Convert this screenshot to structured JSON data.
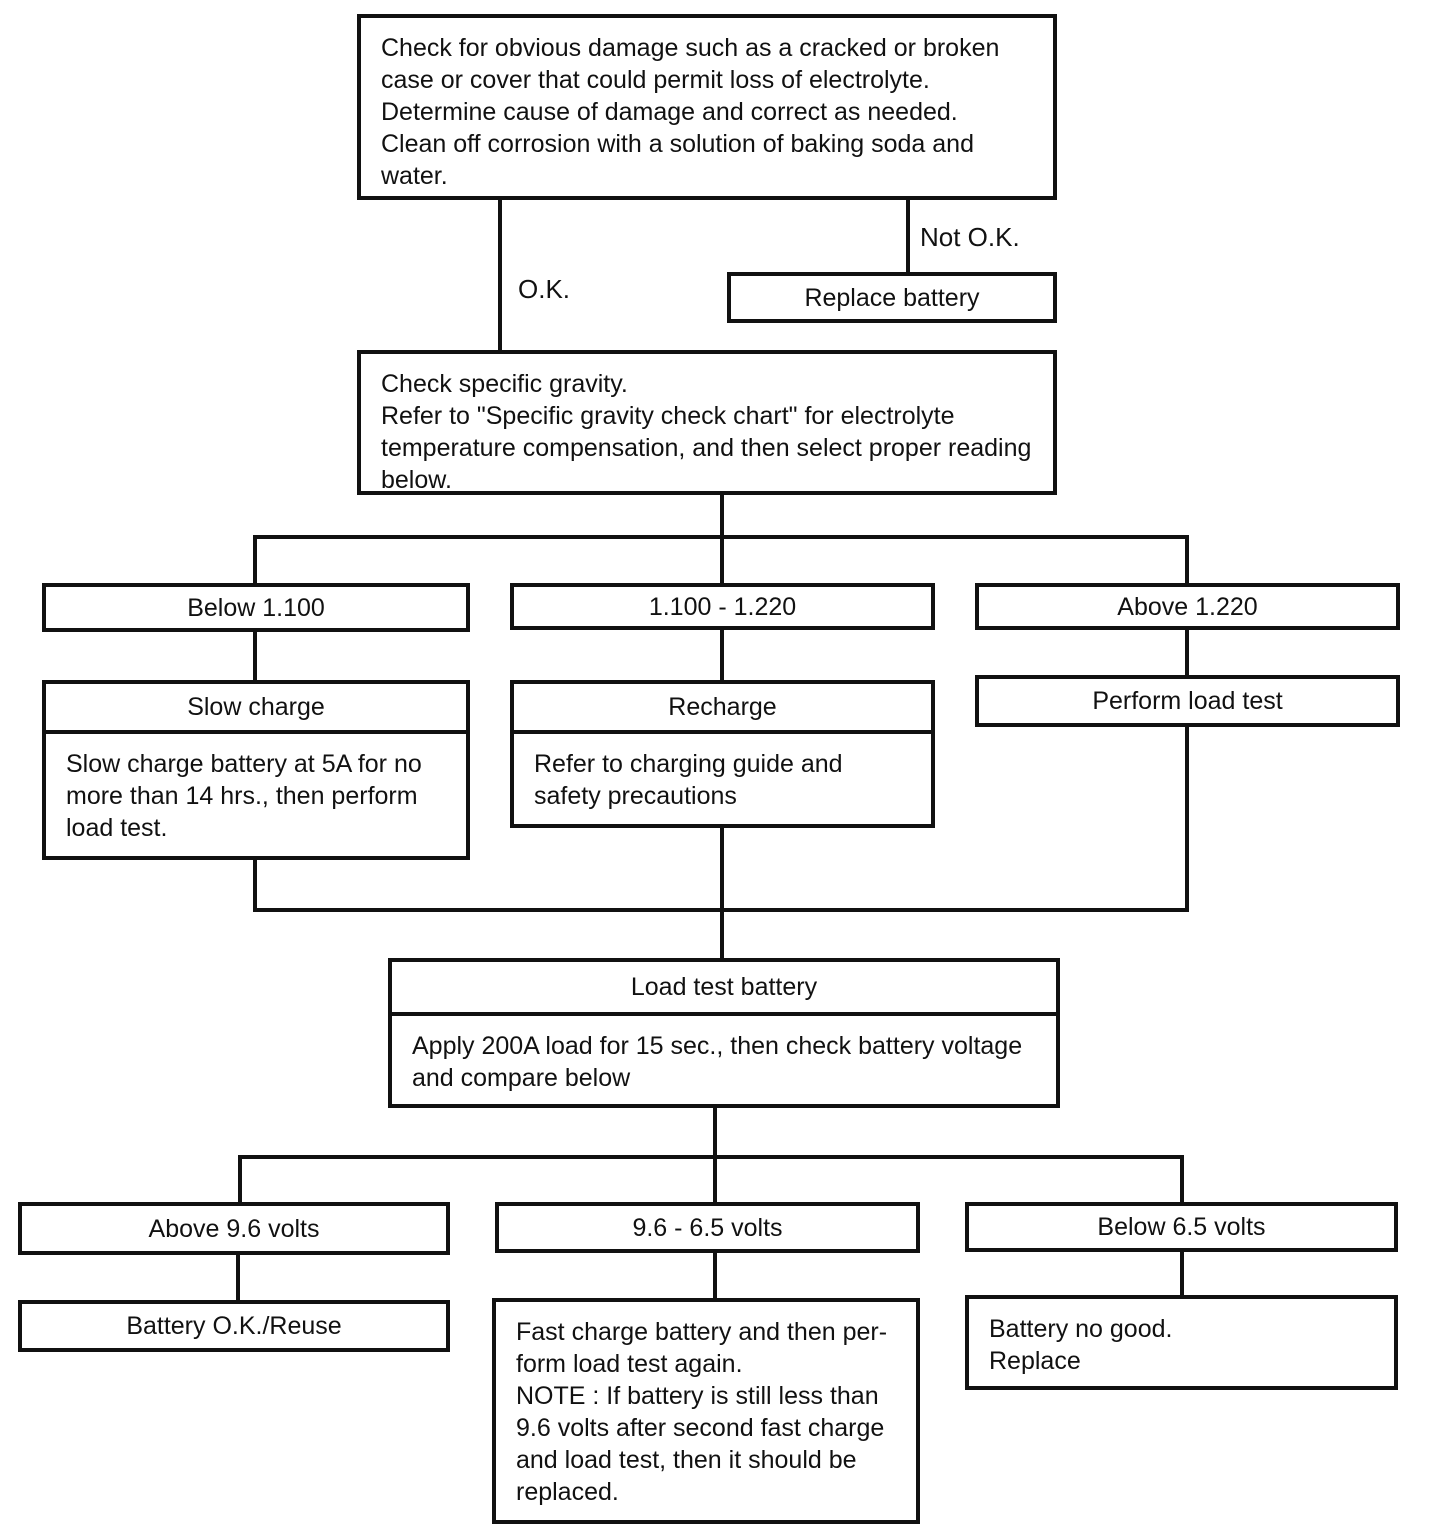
{
  "palette": {
    "line_color": "#111111",
    "background_color": "#ffffff",
    "text_color": "#111111"
  },
  "flowchart": {
    "nodes": {
      "damage_check": {
        "text": "Check for obvious damage such as a cracked or broken case or cover that could permit loss of electrolyte.\nDetermine cause of damage and correct as needed.\nClean off corrosion with a solution of baking soda and water."
      },
      "replace_battery": {
        "text": "Replace battery"
      },
      "specific_gravity": {
        "text": "Check specific gravity.\nRefer to \"Specific gravity check chart\" for electrolyte temperature compensation, and then select proper reading below."
      },
      "below_1100": {
        "text": "Below 1.100"
      },
      "range_1100_1220": {
        "text": "1.100 - 1.220"
      },
      "above_1220": {
        "text": "Above 1.220"
      },
      "slow_charge": {
        "header": "Slow charge",
        "body": "Slow charge battery at 5A for no more than 14 hrs., then perform load test."
      },
      "recharge": {
        "header": "Recharge",
        "body": "Refer to charging guide and safety precautions"
      },
      "perform_load_test": {
        "text": "Perform load test"
      },
      "load_test_battery": {
        "header": "Load test battery",
        "body": "Apply 200A load for 15 sec., then check battery voltage and compare below"
      },
      "above_96_volts": {
        "text": "Above 9.6 volts"
      },
      "volts_96_65": {
        "text": "9.6 - 6.5 volts"
      },
      "below_65_volts": {
        "text": "Below 6.5 volts"
      },
      "battery_ok_reuse": {
        "text": "Battery O.K./Reuse"
      },
      "fast_charge": {
        "text": "Fast charge battery and then per-\nform load test again.\nNOTE : If battery is still less than 9.6 volts after second fast charge and load test, then it should be replaced."
      },
      "battery_no_good": {
        "text": "Battery no good.\nReplace"
      }
    },
    "edge_labels": {
      "ok": "O.K.",
      "not_ok": "Not O.K."
    }
  }
}
